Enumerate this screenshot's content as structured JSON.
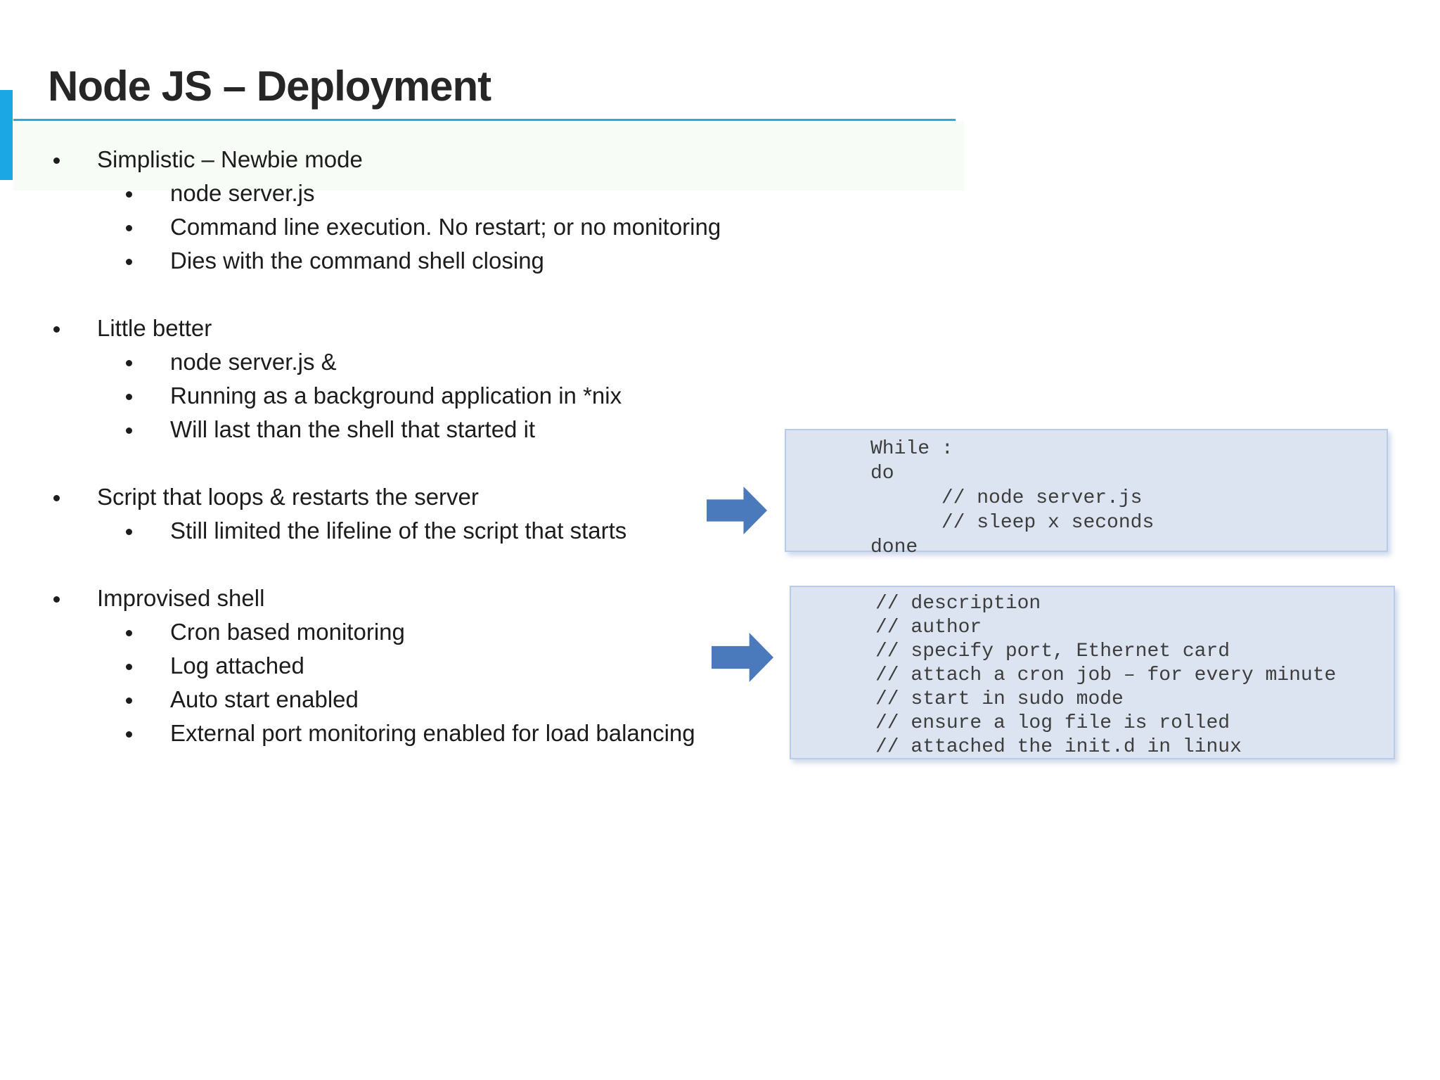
{
  "theme": {
    "accent_bar": "#1ba7e3",
    "title_rule": "#29abe2",
    "arrow": "#4a79bc",
    "code_box_bg": "#dce4f1",
    "code_box_border": "#b7cce9",
    "title_color": "#262626",
    "body_color": "#1c1c1c",
    "code_color": "#3d3d3d"
  },
  "slide": {
    "title": "Node JS – Deployment"
  },
  "bullets": [
    {
      "label": "Simplistic – Newbie mode",
      "children": [
        "node server.js",
        "Command line execution. No restart; or no monitoring",
        "Dies with the command shell closing"
      ]
    },
    {
      "label": "Little better",
      "children": [
        "node server.js &",
        "Running as a background application in *nix",
        "Will last than the shell that started it"
      ]
    },
    {
      "label": "Script that loops & restarts the server",
      "children": [
        "Still limited the lifeline of the script that starts"
      ]
    },
    {
      "label": "Improvised shell",
      "children": [
        "Cron based monitoring",
        "Log attached",
        "Auto start enabled",
        "External port monitoring enabled for load balancing"
      ]
    }
  ],
  "code_boxes": [
    {
      "name": "loop-script",
      "lines": [
        "While :",
        "do",
        "      // node server.js",
        "      // sleep x seconds",
        "done"
      ]
    },
    {
      "name": "improvised-shell-notes",
      "lines": [
        "// description",
        "// author",
        "// specify port, Ethernet card",
        "// attach a cron job – for every minute",
        "// start in sudo mode",
        "// ensure a log file is rolled",
        "// attached the init.d in linux"
      ]
    }
  ]
}
